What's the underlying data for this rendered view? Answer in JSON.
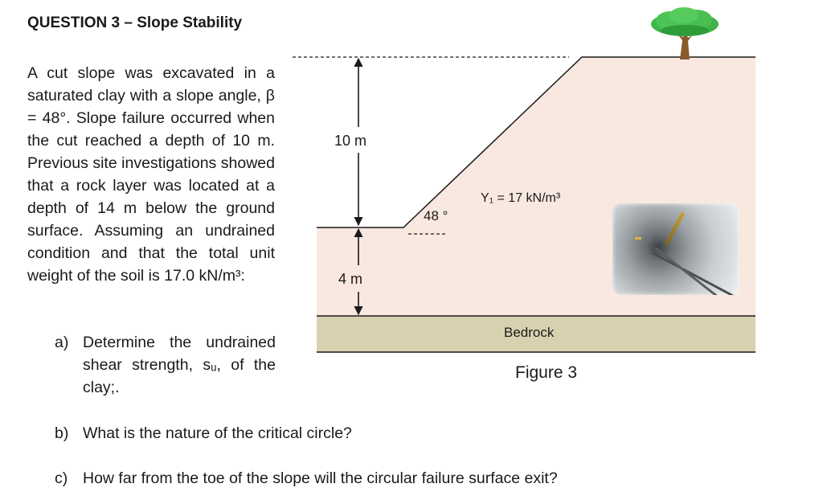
{
  "question": {
    "title": "QUESTION 3 – Slope Stability",
    "intro": "A cut slope was excavated in a saturated clay with a slope angle, β = 48°. Slope failure occurred when the cut reached a depth of 10 m. Previous site investigations showed that a rock layer was located at a depth of 14 m below the ground surface. Assuming an undrained condition and that the total unit weight of the soil is 17.0 kN/m³:",
    "parts": [
      {
        "label": "a)",
        "text": "Determine the undrained shear strength, sᵤ, of the clay;."
      },
      {
        "label": "b)",
        "text": "What is the nature of the critical circle?"
      },
      {
        "label": "c)",
        "text": "How far from the toe of the slope will the circular failure surface exit?"
      }
    ]
  },
  "figure": {
    "cut_depth_label": "10 m",
    "rock_depth_label": "4 m",
    "slope_angle_label": "48 °",
    "unit_weight_label": "Υ₁ = 17 kN/m³",
    "bedrock_label": "Bedrock",
    "caption": "Figure 3",
    "colors": {
      "soil": "#f8e8df",
      "bedrock": "#d8d1b0",
      "tree_canopy": "#3fb44a",
      "tree_trunk": "#8a5a2b"
    }
  }
}
